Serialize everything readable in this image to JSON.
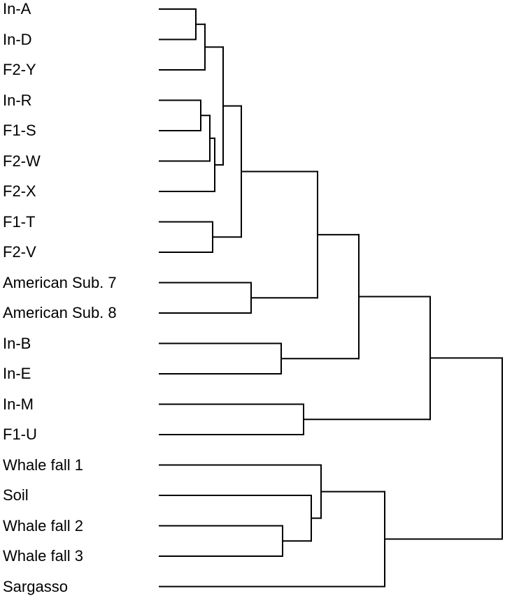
{
  "leaves": [
    "In-A",
    "In-D",
    "F2-Y",
    "In-R",
    "F1-S",
    "F2-W",
    "F2-X",
    "F1-T",
    "F2-V",
    "American Sub. 7",
    "American Sub. 8",
    "In-B",
    "In-E",
    "In-M",
    "F1-U",
    "Whale fall 1",
    "Soil",
    "Whale fall 2",
    "Whale fall 3",
    "Sargasso"
  ],
  "tree": {
    "c": [
      {
        "c": [
          {
            "c": [
              {
                "c": [
                  {
                    "c": [
                      {
                        "c": [
                          {
                            "c": [
                              0,
                              1
                            ],
                            "h": 280
                          },
                          2
                        ],
                        "h": 293
                      },
                      {
                        "c": [
                          {
                            "c": [
                              {
                                "c": [
                                  3,
                                  4
                                ],
                                "h": 287
                              },
                              5
                            ],
                            "h": 300
                          },
                          6
                        ],
                        "h": 307
                      }
                    ],
                    "h": 319
                  },
                  {
                    "c": [
                      7,
                      8
                    ],
                    "h": 304
                  }
                ],
                "h": 345
              },
              {
                "c": [
                  9,
                  10
                ],
                "h": 359
              }
            ],
            "h": 454
          },
          {
            "c": [
              11,
              12
            ],
            "h": 402
          }
        ],
        "h": 513
      },
      {
        "c": [
          13,
          14
        ],
        "h": 434
      }
    ],
    "h": 615,
    "_": null
  },
  "tree2": {
    "c": [
      {
        "c": [
          15,
          {
            "c": [
              16,
              {
                "c": [
                  17,
                  18
                ],
                "h": 404
              }
            ],
            "h": 445
          }
        ],
        "h": 459
      },
      19
    ],
    "h": 550
  },
  "root": {
    "h": 718
  },
  "style": {
    "line_color": "#000000"
  }
}
